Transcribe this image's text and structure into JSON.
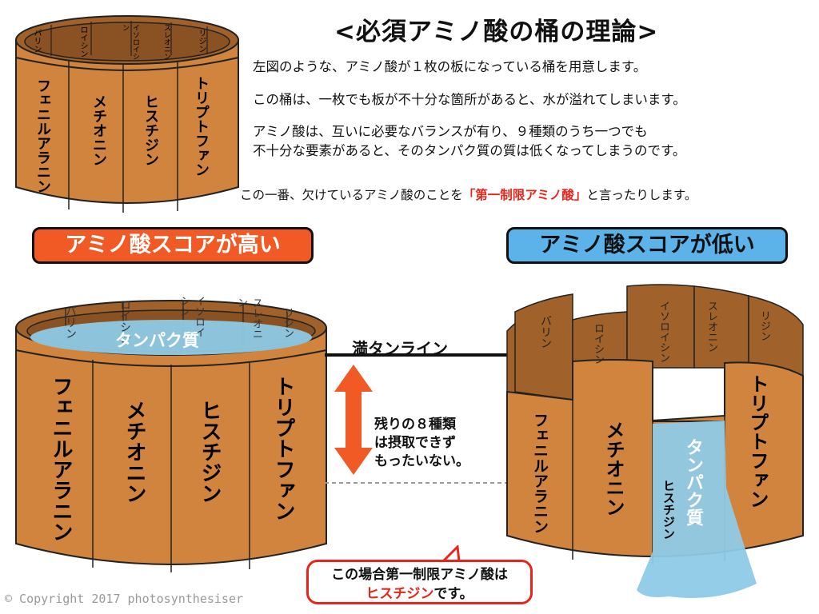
{
  "title": "<必須アミノ酸の桶の理論>",
  "paragraphs": [
    "左図のような、アミノ酸が１枚の板になっている桶を用意します。",
    "この桶は、一枚でも板が不十分な箇所があると、水が溢れてしまいます。",
    "アミノ酸は、互いに必要なバランスが有り、９種類のうち一つでも",
    "不十分な要素があると、そのタンパク質の質は低くなってしまうのです。"
  ],
  "note": {
    "prefix": "この一番、欠けているアミノ酸のことを",
    "highlight": "「第一制限アミノ酸」",
    "suffix": "と言ったりします。"
  },
  "badges": {
    "high": "アミノ酸スコアが高い",
    "low": "アミノ酸スコアが低い"
  },
  "front_staves": [
    "フェニルアラニン",
    "メチオニン",
    "ヒスチジン",
    "トリプトファン"
  ],
  "back_staves": [
    "バリン",
    "ロイシン",
    "イソロイシン",
    "スレオニン",
    "リジン"
  ],
  "water_label": "タンパク質",
  "full_line_label": "満タンライン",
  "remaining_lines": [
    "残りの８種類",
    "は摂取できず",
    "もったいない。"
  ],
  "callout": {
    "line1": "この場合第一制限アミノ酸は",
    "highlight": "ヒスチジン",
    "suffix": "です。"
  },
  "copyright": "© Copyright 2017 photosynthesiser",
  "colors": {
    "wood": "#d0843d",
    "wood_dark": "#a0622a",
    "water": "#8ecae6",
    "red": "#e8251b",
    "orange": "#f15a24",
    "blue": "#5bb3ea"
  }
}
